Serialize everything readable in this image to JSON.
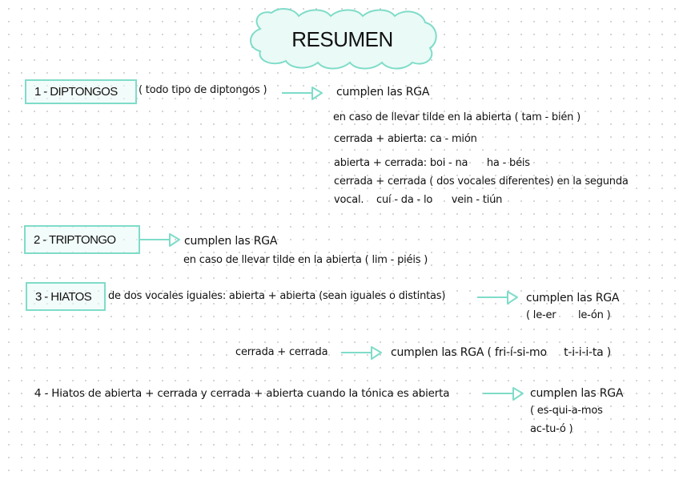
{
  "title": "RESUMEN",
  "colors": {
    "accent": "#7fdcc9",
    "box_fill": "#e8faf5",
    "text": "#111111",
    "grid_dot": "#c9c9c9"
  },
  "sections": [
    {
      "heading": "1 - DIPTONGOS",
      "qualifier": "( todo tipo de diptongos )",
      "result": "cumplen las RGA",
      "notes": [
        "en caso de llevar tilde en la abierta ( tam - bién )",
        "cerrada + abierta: ca - mión",
        "abierta + cerrada: boi - na      ha - béis",
        "cerrada + cerrada ( dos vocales diferentes) en la segunda",
        "vocal.    cuí - da - lo      vein - tiún"
      ]
    },
    {
      "heading": "2 - TRIPTONGO",
      "result": "cumplen las RGA",
      "notes": [
        "en caso de llevar tilde en la abierta ( lim - piéis )"
      ]
    },
    {
      "heading": "3 - HIATOS",
      "qualifier": "de dos vocales iguales: abierta + abierta (sean iguales o distintas)",
      "result": "cumplen las RGA",
      "notes": [
        "( le-er       le-ón )"
      ],
      "sub": {
        "qualifier": "cerrada + cerrada",
        "result": "cumplen las RGA ( fri-í-si-mo     t-i-i-i-ta )"
      }
    },
    {
      "heading": "4 - Hiatos de abierta + cerrada y cerrada + abierta cuando la tónica es abierta",
      "result": "cumplen las RGA",
      "notes": [
        "( es-qui-a-mos",
        "ac-tu-ó )"
      ]
    }
  ]
}
